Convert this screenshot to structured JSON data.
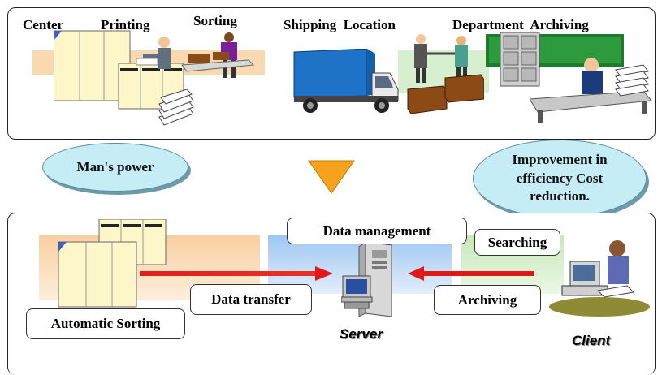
{
  "top_section": {
    "headers": {
      "center": "Center",
      "printing": "Printing",
      "sorting": "Sorting",
      "shipping_location": "Shipping  Location",
      "department_archiving": "Department  Archiving"
    }
  },
  "callouts": {
    "mans_power": "Man's power",
    "improvement": "Improvement in efficiency Cost reduction."
  },
  "bottom_section": {
    "data_management": "Data management",
    "data_transfer": "Data transfer",
    "automatic_sorting": "Automatic Sorting",
    "searching": "Searching",
    "archiving": "Archiving",
    "server": "Server",
    "client": "Client"
  },
  "colors": {
    "orange_band": "#f8d9b0",
    "blue_band": "#bcd8f5",
    "green_band": "#d7efcf",
    "bubble_fill": "#c6ecf6",
    "arrow_red": "#e01818",
    "down_arrow": "#f6a21c"
  },
  "icons": [
    "printer-machine-icon",
    "office-worker-icon",
    "paper-stack-icon",
    "delivery-truck-icon",
    "handshake-people-icon",
    "filing-cabinet-icon",
    "desk-worker-icon",
    "server-tower-icon",
    "client-computer-icon",
    "down-arrow-icon",
    "right-arrow-icon",
    "left-arrow-icon"
  ]
}
